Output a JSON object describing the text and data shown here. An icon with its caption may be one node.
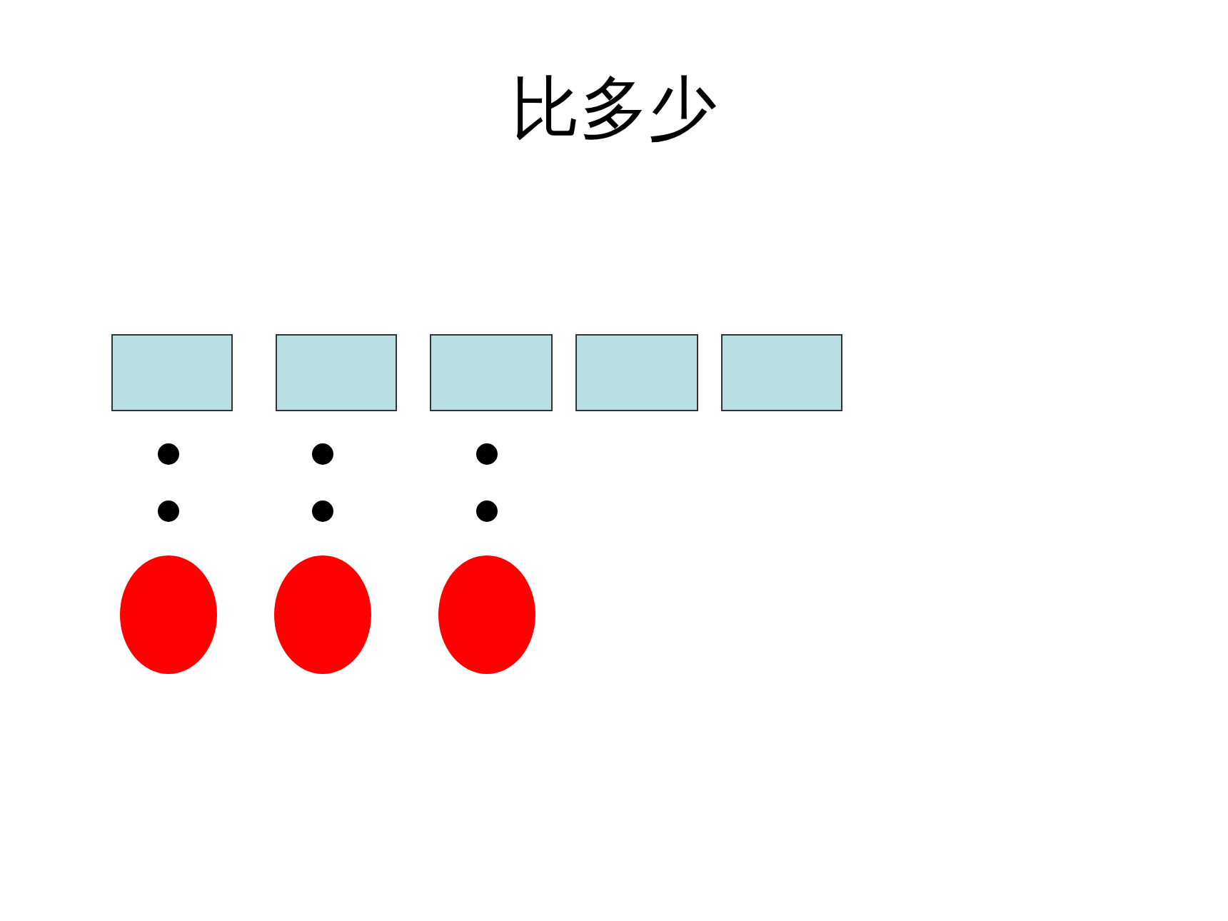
{
  "diagram": {
    "title": "比多少",
    "nodes": [
      {
        "text": [],
        "shape": "box"
      },
      {
        "text": [],
        "shape": "box"
      },
      {
        "text": [],
        "shape": "box"
      },
      {
        "text": [],
        "shape": "box"
      },
      {
        "text": [],
        "shape": "box"
      },
      {
        "text": [],
        "shape": "circle"
      },
      {
        "text": [],
        "shape": "circle"
      },
      {
        "text": [],
        "shape": "circle"
      }
    ],
    "edges": [
      {
        "from": 0,
        "to": 5,
        "arrow": "none"
      },
      {
        "from": 1,
        "to": 6,
        "arrow": "none"
      },
      {
        "from": 2,
        "to": 7,
        "arrow": "none"
      }
    ]
  }
}
